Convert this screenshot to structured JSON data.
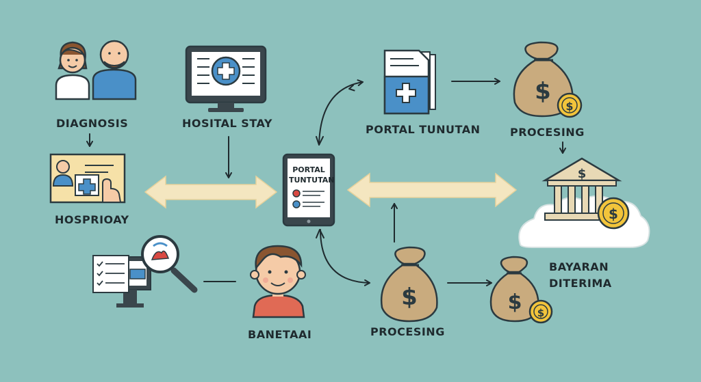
{
  "labels": {
    "diagnosis": "DIAGNOSIS",
    "hospital_stay": "HOSITAL STAY",
    "portal_tuntutan": "PORTAL TUNUTAN",
    "processing_top": "PROCESING",
    "hosprioay": "HOSPRIOAY",
    "tablet_line1": "PORTAL",
    "tablet_line2": "TUNTUTAN",
    "payment_line1": "BAYARAN",
    "payment_line2": "DITERIMA",
    "benetaai": "BANETAAI",
    "processing_bottom": "PROCESING"
  },
  "icons": {
    "money_symbol": "$",
    "coin_symbol": "$"
  },
  "colors": {
    "background": "#8dc1bd",
    "outline": "#2b3a40",
    "arrow_fill": "#f4e6c0",
    "medical_blue": "#4a90c8",
    "sack": "#c9ab7e",
    "coin": "#f2c43b",
    "bank": "#e8d9b5",
    "shirt_red": "#e06a55"
  }
}
